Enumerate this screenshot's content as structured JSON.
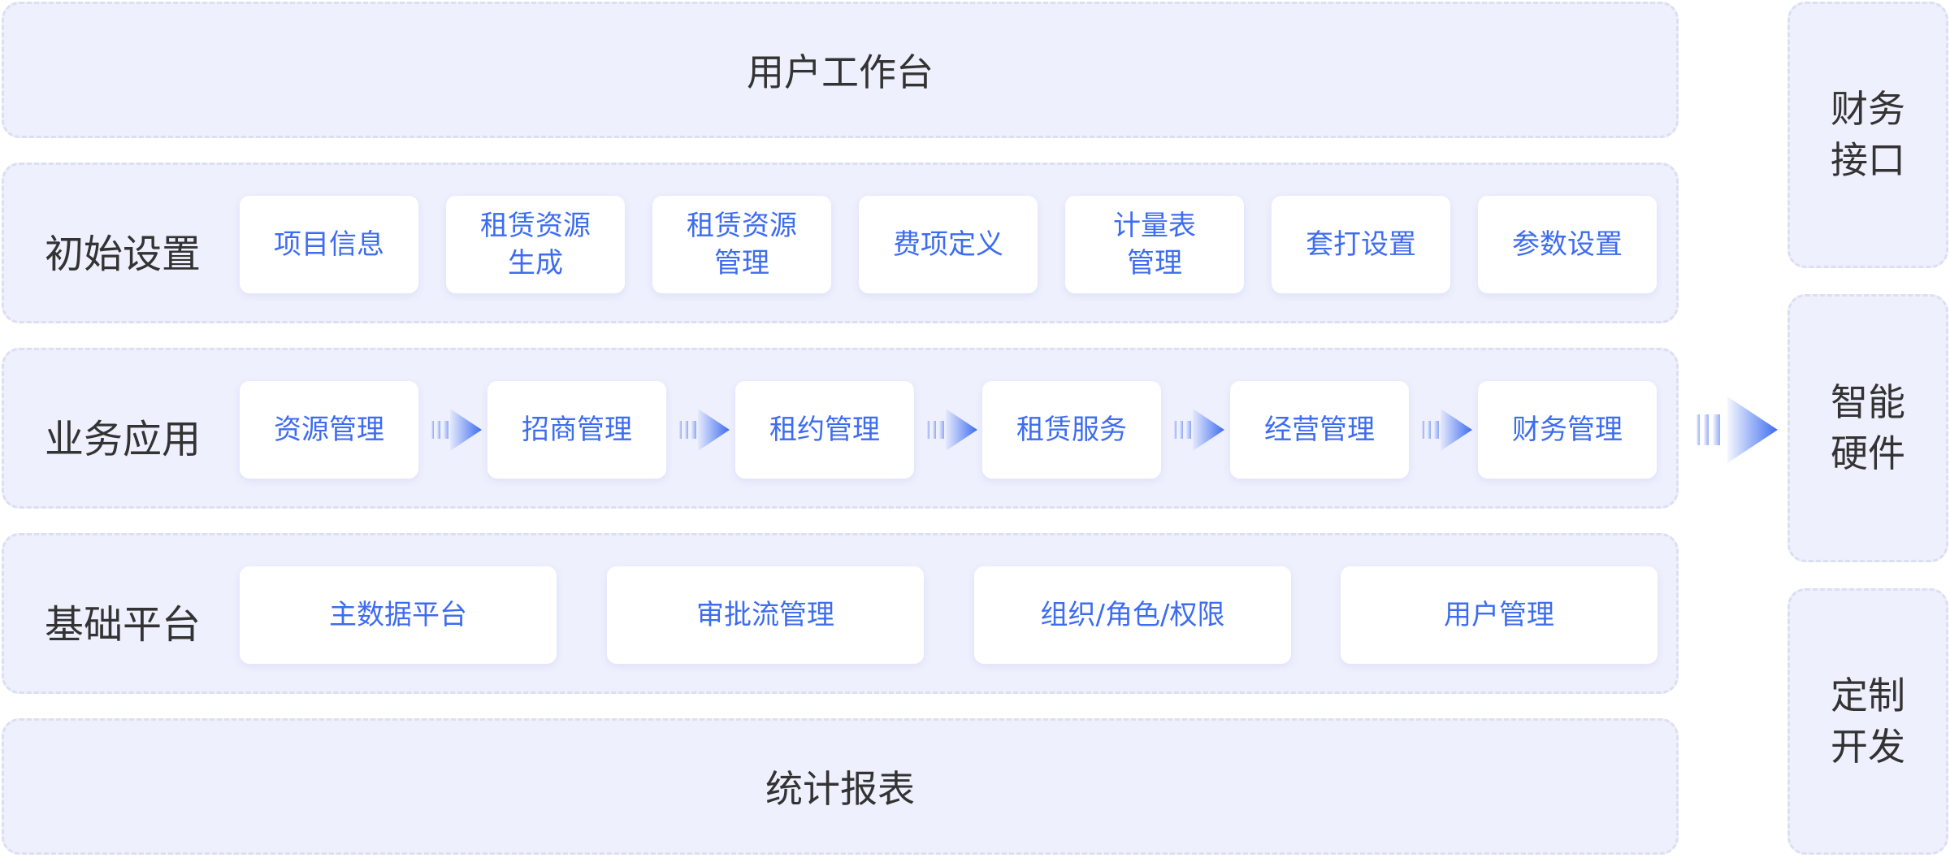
{
  "workbench": {
    "title": "用户工作台"
  },
  "initial_setup": {
    "label": "初始设置",
    "items": [
      "项目信息",
      "租赁资源\n生成",
      "租赁资源\n管理",
      "费项定义",
      "计量表\n管理",
      "套打设置",
      "参数设置"
    ]
  },
  "business_apps": {
    "label": "业务应用",
    "items": [
      "资源管理",
      "招商管理",
      "租约管理",
      "租赁服务",
      "经营管理",
      "财务管理"
    ]
  },
  "base_platform": {
    "label": "基础平台",
    "items": [
      "主数据平台",
      "审批流管理",
      "组织/角色/权限",
      "用户管理"
    ]
  },
  "reports": {
    "title": "统计报表"
  },
  "side": {
    "finance_interface": "财务\n接口",
    "smart_hardware": "智能\n硬件",
    "custom_dev": "定制\n开发"
  },
  "colors": {
    "panel_bg": "#eef0fd",
    "panel_border": "#dcdff0",
    "card_text": "#3d6cf0",
    "arrow": "#3d6cf0"
  }
}
